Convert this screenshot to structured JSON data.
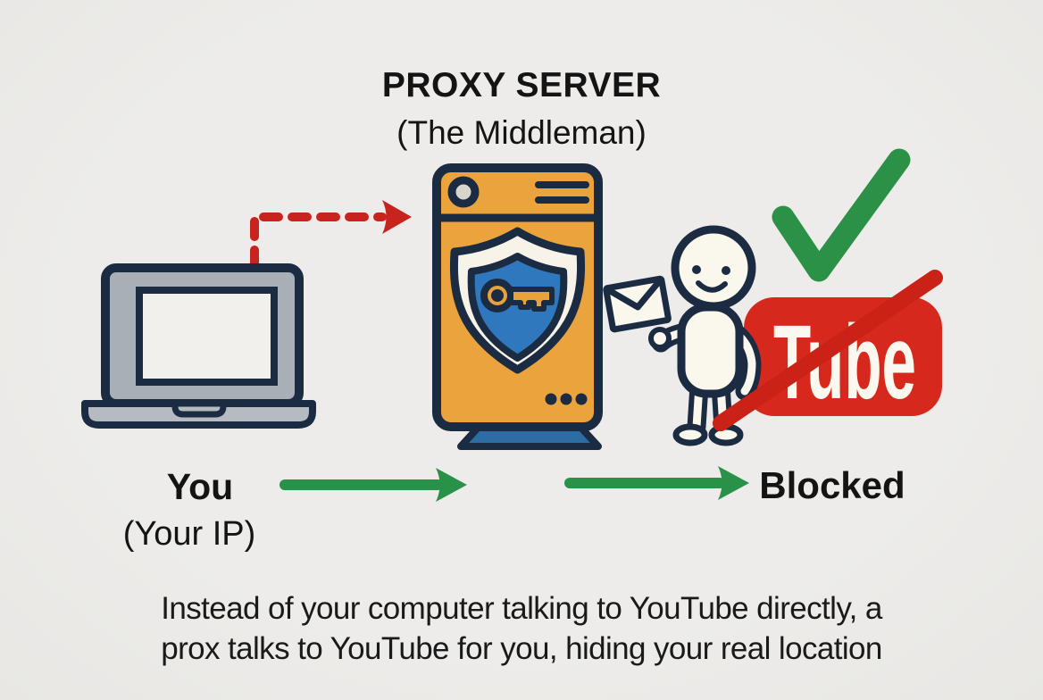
{
  "scene": {
    "title_line1": "PROXY SERVER",
    "title_line2": "(The Middleman)",
    "left_label": "You",
    "left_sublabel": "(Your IP)",
    "right_label": "Blocked",
    "caption_line1": "Instead of your computer talking to YouTube directly, a",
    "caption_line2": "prox talks to YouTube for you, hiding your real location",
    "youtube": {
      "logo_text": "Tube"
    }
  },
  "colors": {
    "background": "#ECEBE8",
    "outline_navy": "#1B2B42",
    "server_orange": "#EBA33D",
    "shield_blue": "#3078BE",
    "stand_blue": "#2E6DA4",
    "key_orange": "#E8A23C",
    "youtube_red": "#D6281C",
    "strike_red": "#CB2217",
    "dashed_arrow_red": "#C8231C",
    "arrow_green": "#2A9148",
    "figure_cream": "#FAF7EC",
    "laptop_gray": "#A9AFB6",
    "text_black": "#141414"
  },
  "icons": {
    "laptop": "laptop-icon",
    "red_dashed_arrow": "red-dashed-arrow",
    "proxy_server": "proxy-server-icon",
    "shield": "shield-icon",
    "key": "key-icon",
    "person": "person-icon",
    "envelope": "envelope-icon",
    "youtube_logo": "youtube-logo",
    "checkmark": "checkmark-icon",
    "blocked_cross": "blocked-cross-line",
    "green_arrow_left": "green-arrow-left",
    "green_arrow_right": "green-arrow-right"
  }
}
